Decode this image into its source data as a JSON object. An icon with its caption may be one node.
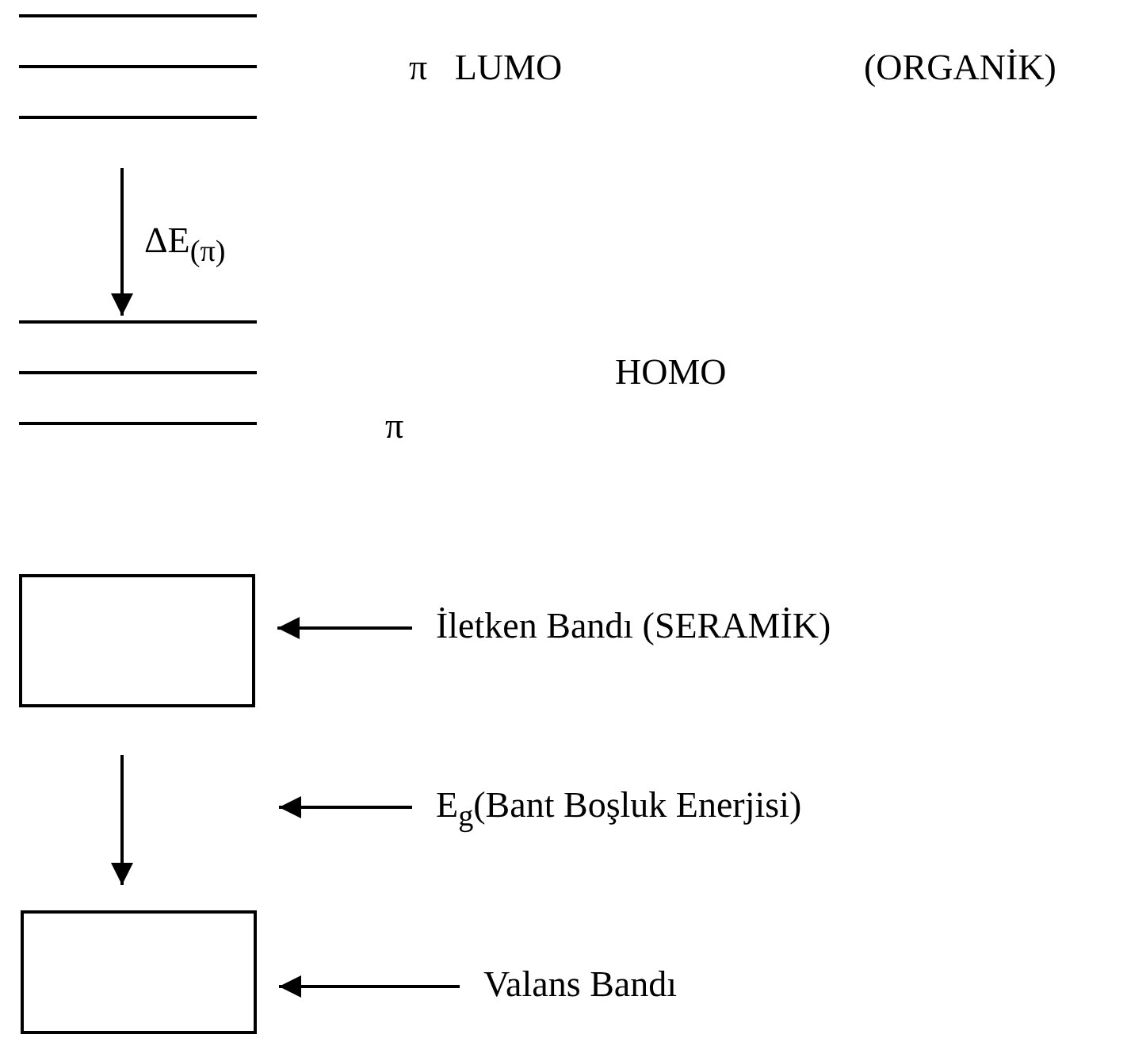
{
  "diagram": {
    "nodes": [
      {
        "text": [],
        "shape": "bar"
      },
      {
        "text": [],
        "shape": "bar"
      },
      {
        "text": [],
        "shape": "box"
      },
      {
        "text": [
          "İletken Bandı (SERAMİK)"
        ]
      },
      {
        "text": [
          "E$_{g}$(Bant Boşluk Enerjisi)"
        ]
      },
      {
        "text": [],
        "shape": "box"
      },
      {
        "text": [
          "Valans Bandı"
        ]
      }
    ],
    "edges": [
      {
        "from": 0,
        "to": 1,
        "arrow": "to",
        "label": "ΔE$_{(π)}$"
      },
      {
        "from": 3,
        "to": 2,
        "arrow": "to"
      },
      {
        "from": 4,
        "to": null,
        "arrow": "to"
      },
      {
        "from": 2,
        "to": 5,
        "arrow": "to"
      },
      {
        "from": 6,
        "to": 5,
        "arrow": "to"
      }
    ],
    "labels": [
      "π LUMO",
      "(ORGANİK)",
      "HOMO",
      "π"
    ]
  }
}
